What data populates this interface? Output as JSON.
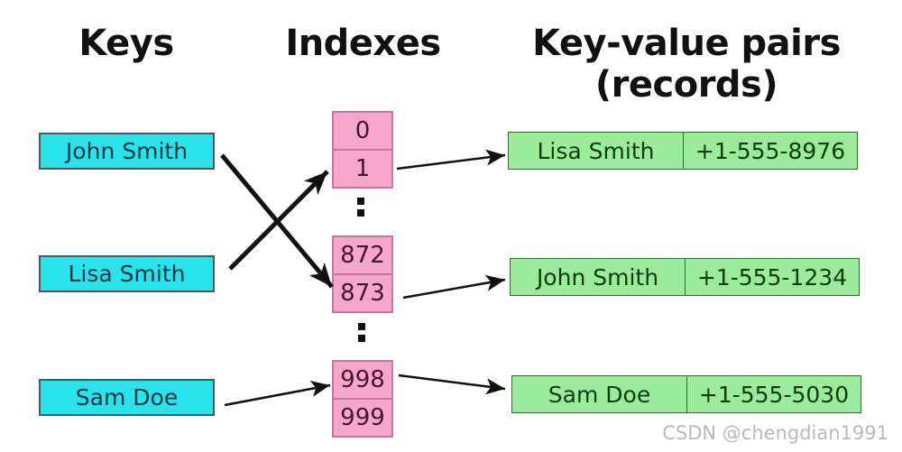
{
  "header": {
    "keys": "Keys",
    "indexes": "Indexes",
    "records_line1": "Key-value pairs",
    "records_line2": "(records)"
  },
  "keys": [
    {
      "label": "John Smith"
    },
    {
      "label": "Lisa Smith"
    },
    {
      "label": "Sam Doe"
    }
  ],
  "index_groups": [
    {
      "cells": [
        "0",
        "1"
      ]
    },
    {
      "cells": [
        "872",
        "873"
      ]
    },
    {
      "cells": [
        "998",
        "999"
      ]
    }
  ],
  "records": [
    {
      "name": "Lisa Smith",
      "phone": "+1-555-8976"
    },
    {
      "name": "John Smith",
      "phone": "+1-555-1234"
    },
    {
      "name": "Sam Doe",
      "phone": "+1-555-5030"
    }
  ],
  "mappings": {
    "key_to_index": [
      {
        "key": "John Smith",
        "index": "873"
      },
      {
        "key": "Lisa Smith",
        "index": "1"
      },
      {
        "key": "Sam Doe",
        "index": "998"
      }
    ],
    "index_to_record": [
      {
        "index": "1",
        "record": "Lisa Smith"
      },
      {
        "index": "873",
        "record": "John Smith"
      },
      {
        "index": "998",
        "record": "Sam Doe"
      }
    ]
  },
  "watermark": "CSDN @chengdian1991",
  "colors": {
    "key_fill": "#29e2ea",
    "key_border": "#36616b",
    "key_text": "#113944",
    "index_fill": "#f6a6cb",
    "index_border": "#c2789f",
    "index_text": "#461530",
    "record_fill": "#9cea9c",
    "record_border": "#2e6f2e",
    "record_text": "#0d3d0d",
    "arrow": "#111111",
    "heading_text": "#111111",
    "watermark_text": "#b9b9b9"
  }
}
